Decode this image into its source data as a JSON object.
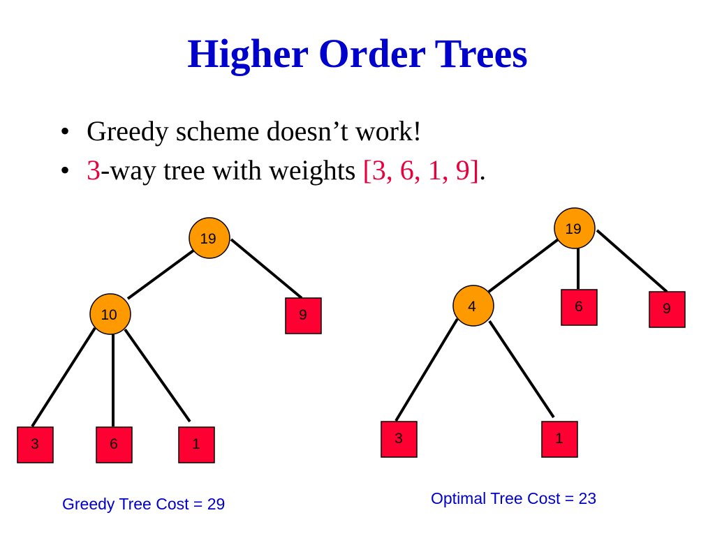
{
  "title": "Higher Order Trees",
  "bullets": [
    {
      "bullet": "•",
      "text": "Greedy scheme doesn’t work!"
    },
    {
      "bullet": "•",
      "red_prefix": "3",
      "middle": "-way tree with weights ",
      "red_list": "[3, 6, 1, 9]",
      "suffix": "."
    }
  ],
  "colors": {
    "title": "#0000cc",
    "highlight": "#e8003d",
    "internal_node_fill": "#ff9900",
    "leaf_fill": "#ff0033",
    "edge": "#000000",
    "caption": "#0000cc"
  },
  "greedy_tree": {
    "caption": "Greedy Tree Cost = 29",
    "root": "19",
    "internal": "10",
    "leaf_9": "9",
    "leaf_3": "3",
    "leaf_6": "6",
    "leaf_1": "1"
  },
  "optimal_tree": {
    "caption": "Optimal Tree Cost = 23",
    "root": "19",
    "internal": "4",
    "leaf_6": "6",
    "leaf_9": "9",
    "leaf_3": "3",
    "leaf_1": "1"
  }
}
